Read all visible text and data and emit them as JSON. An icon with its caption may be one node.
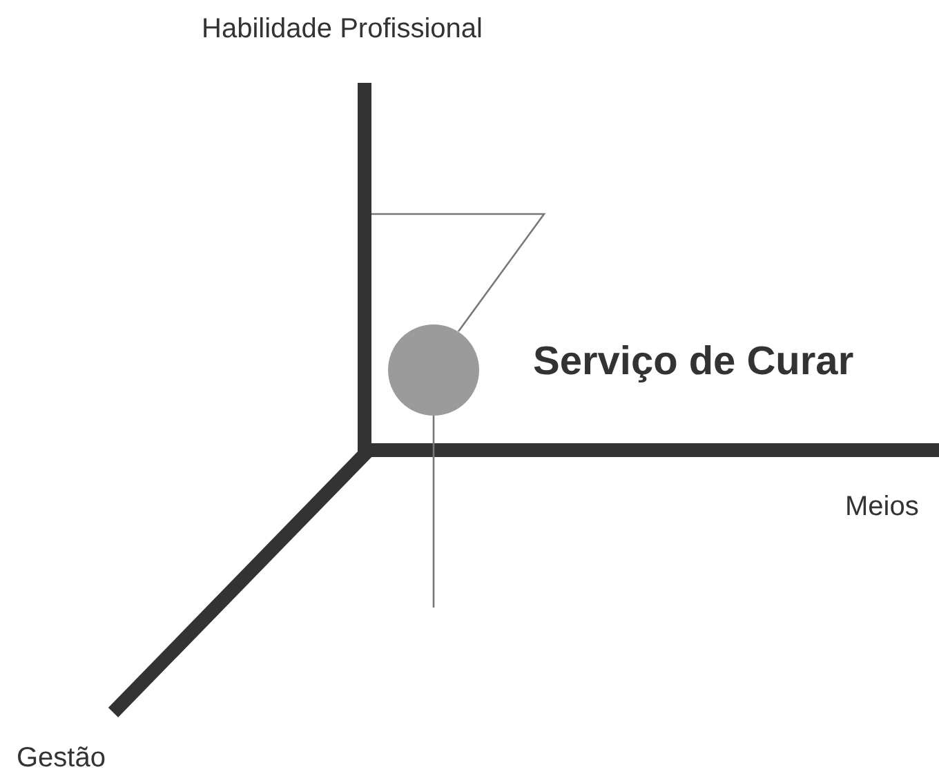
{
  "diagram": {
    "nodes": [
      {
        "text": [],
        "shape": "circle",
        "beside": [
          "Serviço de Curar"
        ]
      }
    ],
    "labels": [
      "Habilidade Profissional",
      "Meios",
      "Gestão"
    ]
  }
}
